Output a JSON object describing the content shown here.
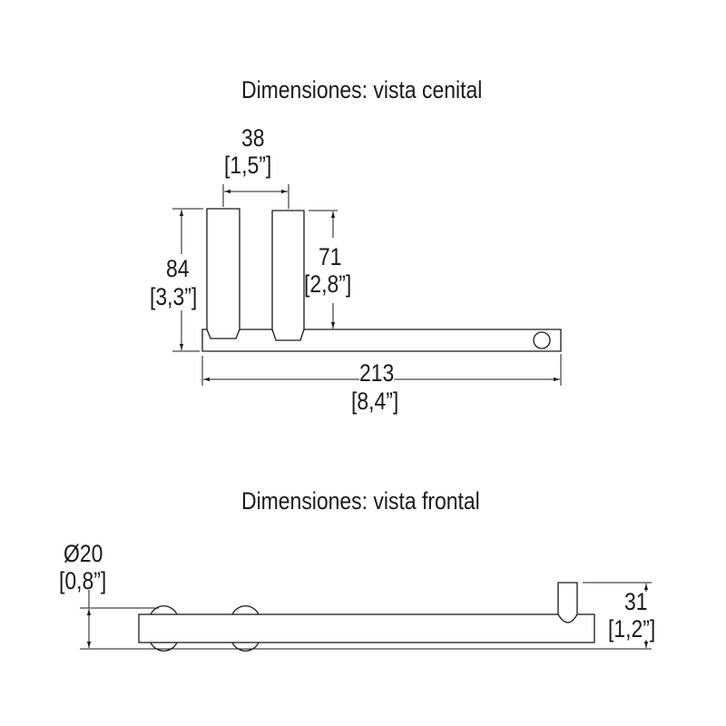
{
  "views": {
    "top": {
      "title": "Dimensiones: vista cenital",
      "dims": {
        "width_post_spacing": {
          "mm": "38",
          "inch": "[1,5”]"
        },
        "total_depth": {
          "mm": "84",
          "inch": "[3,3”]"
        },
        "post_length": {
          "mm": "71",
          "inch": "[2,8”]"
        },
        "total_length": {
          "mm": "213",
          "inch": "[8,4”]"
        }
      }
    },
    "front": {
      "title": "Dimensiones: vista frontal",
      "dims": {
        "diameter": {
          "mm": "Ø20",
          "inch": "[0,8”]"
        },
        "height": {
          "mm": "31",
          "inch": "[1,2”]"
        }
      }
    }
  },
  "colors": {
    "line": "#1a1a1a"
  }
}
